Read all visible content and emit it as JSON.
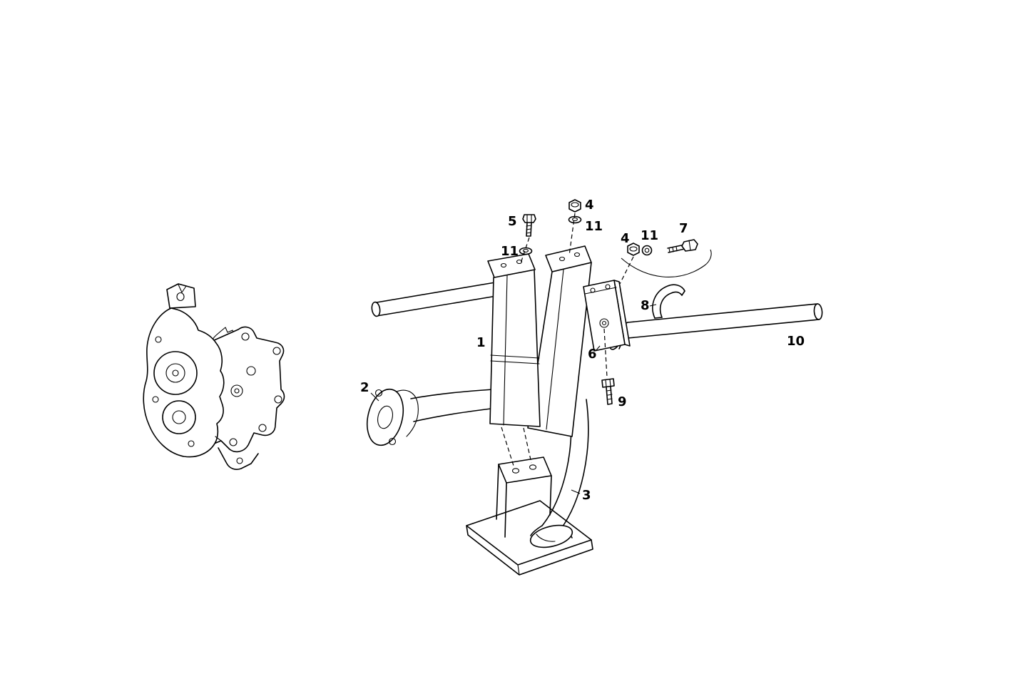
{
  "diagram": {
    "type": "exploded-parts-diagram",
    "background_color": "#ffffff",
    "line_color": "#000000",
    "labels": [
      {
        "text": "1"
      },
      {
        "text": "2"
      },
      {
        "text": "3"
      },
      {
        "text": "5"
      },
      {
        "text": "4"
      },
      {
        "text": "11"
      },
      {
        "text": "11"
      },
      {
        "text": "4"
      },
      {
        "text": "11"
      },
      {
        "text": "7"
      },
      {
        "text": "8"
      },
      {
        "text": "6"
      },
      {
        "text": "9"
      },
      {
        "text": "10"
      }
    ]
  }
}
